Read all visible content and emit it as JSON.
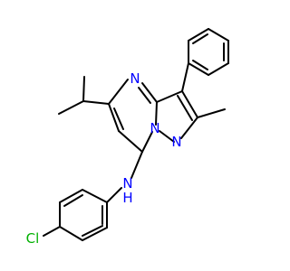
{
  "molecule": {
    "atoms": {
      "n_pyrimidine": "N",
      "n_bridge": "N",
      "n_pyrazole": "N",
      "amine": "N",
      "amine_h": "H",
      "chlorine": "Cl"
    },
    "colors": {
      "carbon_bond": "#000000",
      "nitrogen": "#0000ff",
      "chlorine": "#00b000"
    }
  }
}
